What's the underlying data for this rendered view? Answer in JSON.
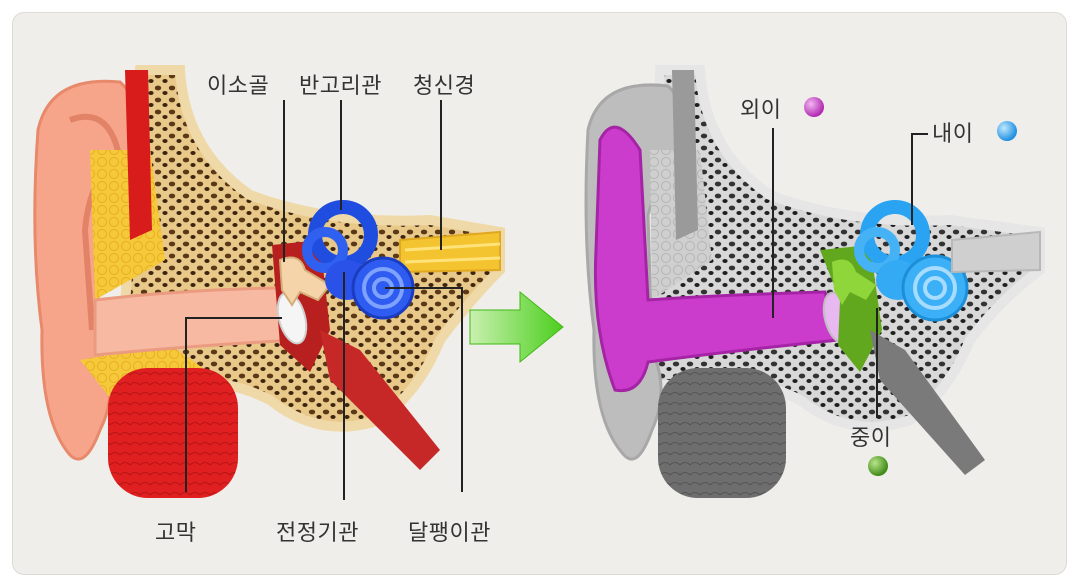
{
  "left_labels": {
    "ossicles": "이소골",
    "semicircular_canals": "반고리관",
    "auditory_nerve": "청신경",
    "eardrum": "고막",
    "vestibule": "전정기관",
    "cochlea": "달팽이관"
  },
  "right_labels": {
    "outer_ear": "외이",
    "inner_ear": "내이",
    "middle_ear": "중이"
  },
  "legend_colors": {
    "outer_ear": "#cc44cc",
    "inner_ear": "#3aa8f0",
    "middle_ear": "#5aa02a"
  },
  "arrow_icon": "green-arrow-right-icon"
}
